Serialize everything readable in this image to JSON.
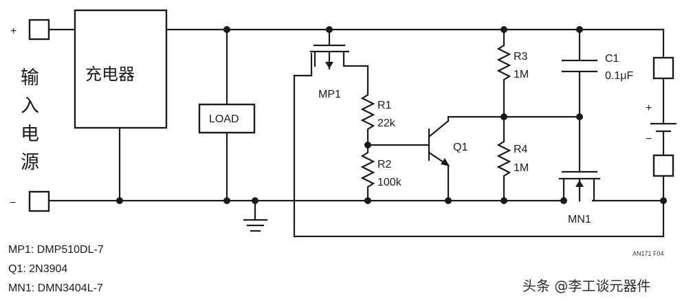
{
  "charger": {
    "label": "充电器"
  },
  "input_source": {
    "chars": [
      "输",
      "入",
      "电",
      "源"
    ],
    "plus": "+",
    "minus": "−"
  },
  "load": {
    "label": "LOAD"
  },
  "mp1": {
    "label": "MP1"
  },
  "q1": {
    "label": "Q1"
  },
  "mn1": {
    "label": "MN1"
  },
  "r1": {
    "name": "R1",
    "value": "22k"
  },
  "r2": {
    "name": "R2",
    "value": "100k"
  },
  "r3": {
    "name": "R3",
    "value": "1M"
  },
  "r4": {
    "name": "R4",
    "value": "1M"
  },
  "c1": {
    "name": "C1",
    "value": "0.1μF"
  },
  "battery": {
    "plus": "+",
    "minus": "−"
  },
  "figure_code": "AN171 F04",
  "parts": [
    "MP1: DMP510DL-7",
    "Q1: 2N3904",
    "MN1: DMN3404L-7"
  ],
  "watermark": "头条 @李工谈元器件"
}
